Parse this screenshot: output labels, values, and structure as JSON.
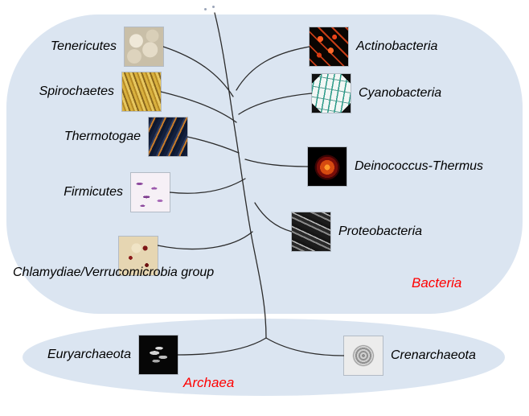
{
  "colors": {
    "domain_label": "#ff0000",
    "region_fill": "#dbe5f1",
    "branch": "#2b2b2b",
    "background": "#ffffff"
  },
  "domains": [
    {
      "label": "Bacteria"
    },
    {
      "label": "Archaea"
    }
  ],
  "taxa": [
    {
      "label": "Tenericutes",
      "image": "tenericutes-micrograph"
    },
    {
      "label": "Spirochaetes",
      "image": "spirochaetes-micrograph"
    },
    {
      "label": "Thermotogae",
      "image": "thermotogae-micrograph"
    },
    {
      "label": "Firmicutes",
      "image": "firmicutes-micrograph"
    },
    {
      "label": "Chlamydiae/Verrucomicrobia group",
      "image": "chlamydiae-micrograph"
    },
    {
      "label": "Actinobacteria",
      "image": "actinobacteria-micrograph"
    },
    {
      "label": "Cyanobacteria",
      "image": "cyanobacteria-micrograph"
    },
    {
      "label": "Deinococcus-Thermus",
      "image": "deinococcus-thermus-micrograph"
    },
    {
      "label": "Proteobacteria",
      "image": "proteobacteria-micrograph"
    },
    {
      "label": "Euryarchaeota",
      "image": "euryarchaeota-micrograph"
    },
    {
      "label": "Crenarchaeota",
      "image": "crenarchaeota-micrograph"
    }
  ]
}
